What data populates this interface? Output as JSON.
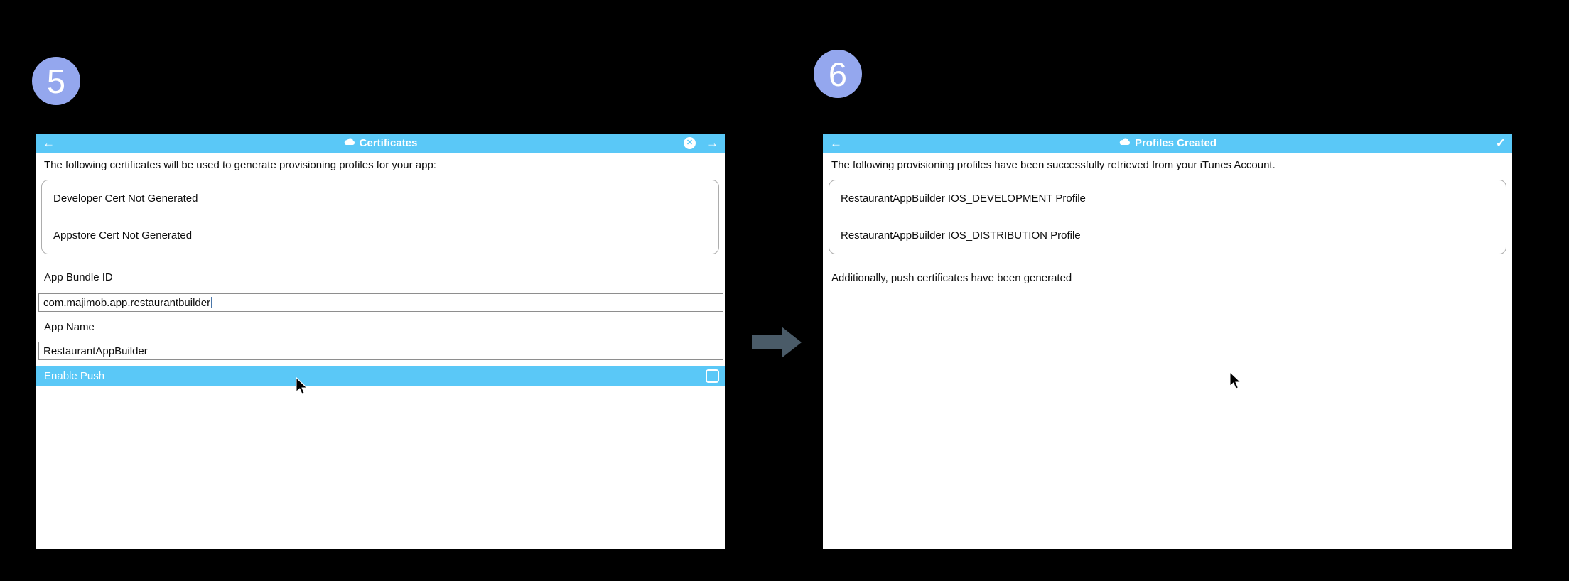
{
  "colors": {
    "background": "#000000",
    "header_blue": "#5ac8f7",
    "badge_blue": "#94a7ee",
    "arrow_gray": "#4a5b68",
    "panel_white": "#ffffff"
  },
  "step5": {
    "badge": "5",
    "header": {
      "title": "Certificates",
      "back_icon": "←",
      "close_icon": "✕",
      "forward_icon": "→"
    },
    "intro": "The following certificates will be used to generate provisioning profiles for your app:",
    "cert_rows": [
      {
        "label": "Developer Cert Not Generated"
      },
      {
        "label": "Appstore Cert Not Generated"
      }
    ],
    "bundle_field": {
      "label": "App Bundle ID",
      "value": "com.majimob.app.restaurantbuilder"
    },
    "name_field": {
      "label": "App Name",
      "value": "RestaurantAppBuilder"
    },
    "enable_push": {
      "label": "Enable Push",
      "checked": false
    }
  },
  "step6": {
    "badge": "6",
    "header": {
      "title": "Profiles Created",
      "back_icon": "←",
      "check_icon": "✓"
    },
    "intro": "The following provisioning profiles have been successfully retrieved from your iTunes Account.",
    "profile_rows": [
      {
        "label": "RestaurantAppBuilder IOS_DEVELOPMENT Profile"
      },
      {
        "label": "RestaurantAppBuilder IOS_DISTRIBUTION Profile"
      }
    ],
    "note": "Additionally, push certificates have been generated"
  }
}
